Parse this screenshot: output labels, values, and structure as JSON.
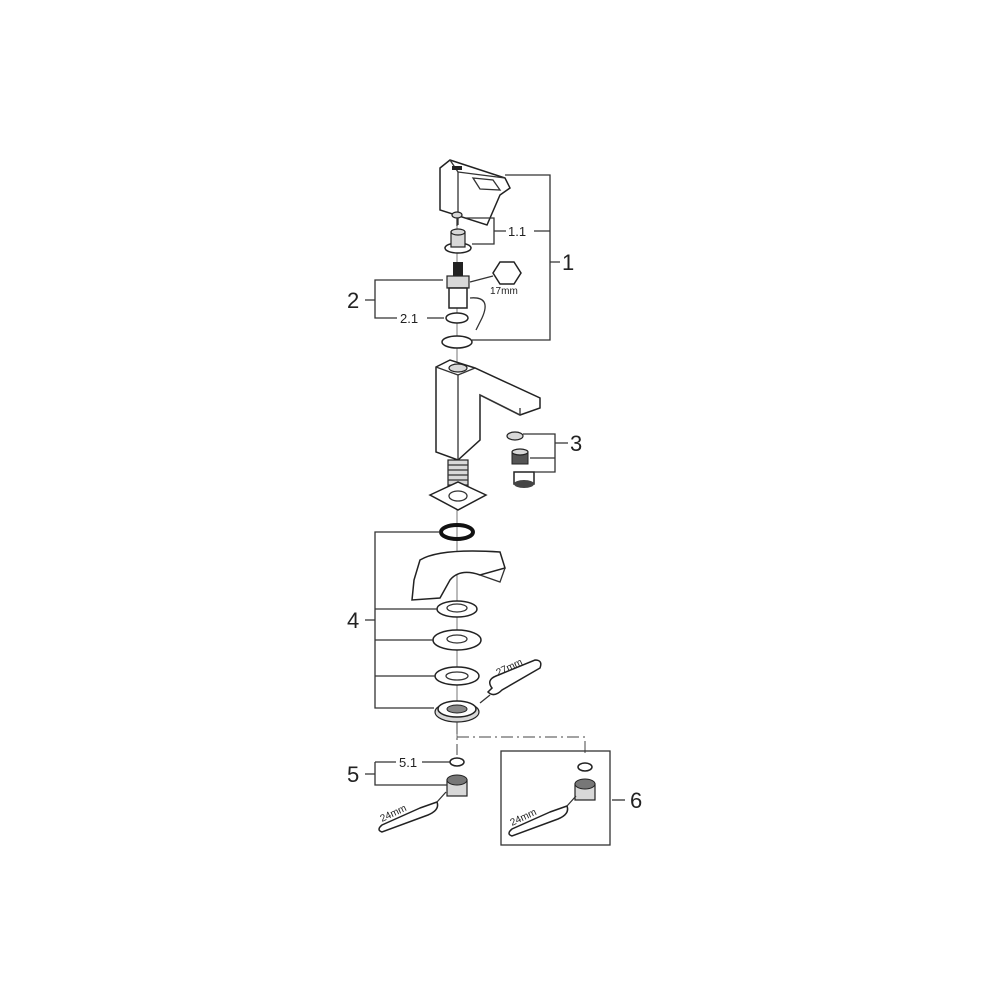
{
  "diagram": {
    "labels": {
      "part_1": "1",
      "part_1_1": "1.1",
      "part_2": "2",
      "part_2_1": "2.1",
      "part_3": "3",
      "part_4": "4",
      "part_5": "5",
      "part_5_1": "5.1",
      "part_6": "6"
    },
    "tool_sizes": {
      "hex_cartridge": "17mm",
      "wrench_nut": "27mm",
      "wrench_5": "24mm",
      "wrench_6": "24mm"
    }
  }
}
